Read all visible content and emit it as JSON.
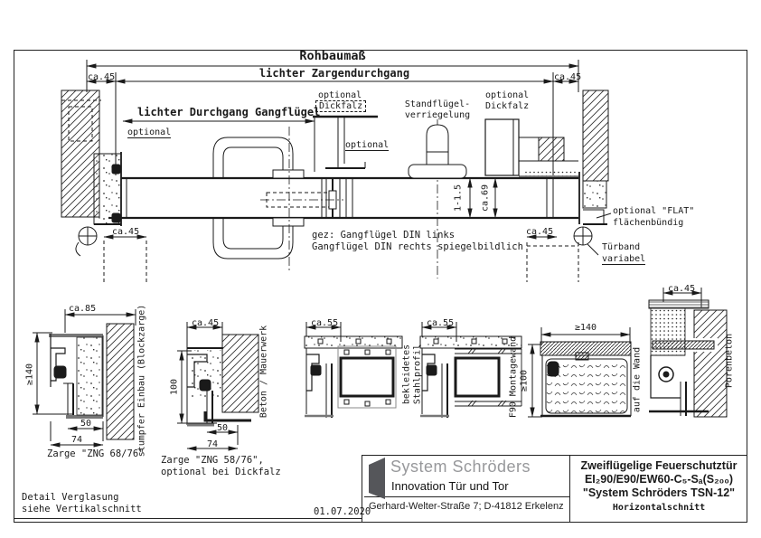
{
  "main": {
    "rohbaumass": "Rohbaumaß",
    "zargendurchgang": "lichter Zargendurchgang",
    "ca45": "ca.45",
    "durchgang": "lichter Durchgang Gangflügel",
    "optional": "optional",
    "dickfalz": "Dickfalz",
    "standfluegel1": "Standflügel-",
    "standfluegel2": "verriegelung",
    "gap": "1-1.5",
    "leaf_thk": "ca.69",
    "flat1": "optional \"FLAT\"",
    "flat2": "flächenbündig",
    "tuerband1": "Türband",
    "tuerband2": "variabel",
    "gez1": "gez: Gangflügel DIN links",
    "gez2": "Gangflügel DIN rechts spiegelbildlich"
  },
  "details": {
    "d1": {
      "dim_top": "ca.85",
      "dim_left": "≥140",
      "dim_50": "50",
      "dim_74": "74",
      "caption": "Zarge \"ZNG 68/76\"",
      "side_label": "stumpfer Einbau (Blockzarge)"
    },
    "d2": {
      "dim_top": "ca.45",
      "dim_left": "100",
      "dim_50": "50",
      "dim_74": "74",
      "caption1": "Zarge \"ZNG 58/76\",",
      "caption2": "optional bei Dickfalz",
      "side_label": "Beton / Mauerwerk"
    },
    "d3": {
      "dim_top": "ca.55",
      "side1": "bekleidetes",
      "side2": "Stahlprofil"
    },
    "d4": {
      "dim_top": "ca.55",
      "side_label": "F90 Montagewand"
    },
    "d5": {
      "dim_top": "≥140",
      "dim_left": "≥100",
      "side_label": "auf die Wand"
    },
    "d6": {
      "dim_top": "ca.45",
      "side_label": "Porenbeton"
    }
  },
  "notes": {
    "line1": "Detail Verglasung",
    "line2": "siehe Vertikalschnitt",
    "date": "01.07.2020"
  },
  "title_block": {
    "company": "System Schröders",
    "tagline": "Innovation Tür und Tor",
    "address": "Gerhard-Welter-Straße 7;  D-41812 Erkelenz",
    "l1": "Zweiflügelige Feuerschutztür",
    "l2": "EI₂90/E90/EW60-C₅-Sₐ(S₂₀₀)",
    "l3": "\"System Schröders TSN-12\"",
    "l4": "Horizontalschnitt"
  },
  "colors": {
    "line": "#1a1a1a",
    "steel_gray": "#777777",
    "logo_gray": "#55565a",
    "company_gray": "#97989b"
  }
}
